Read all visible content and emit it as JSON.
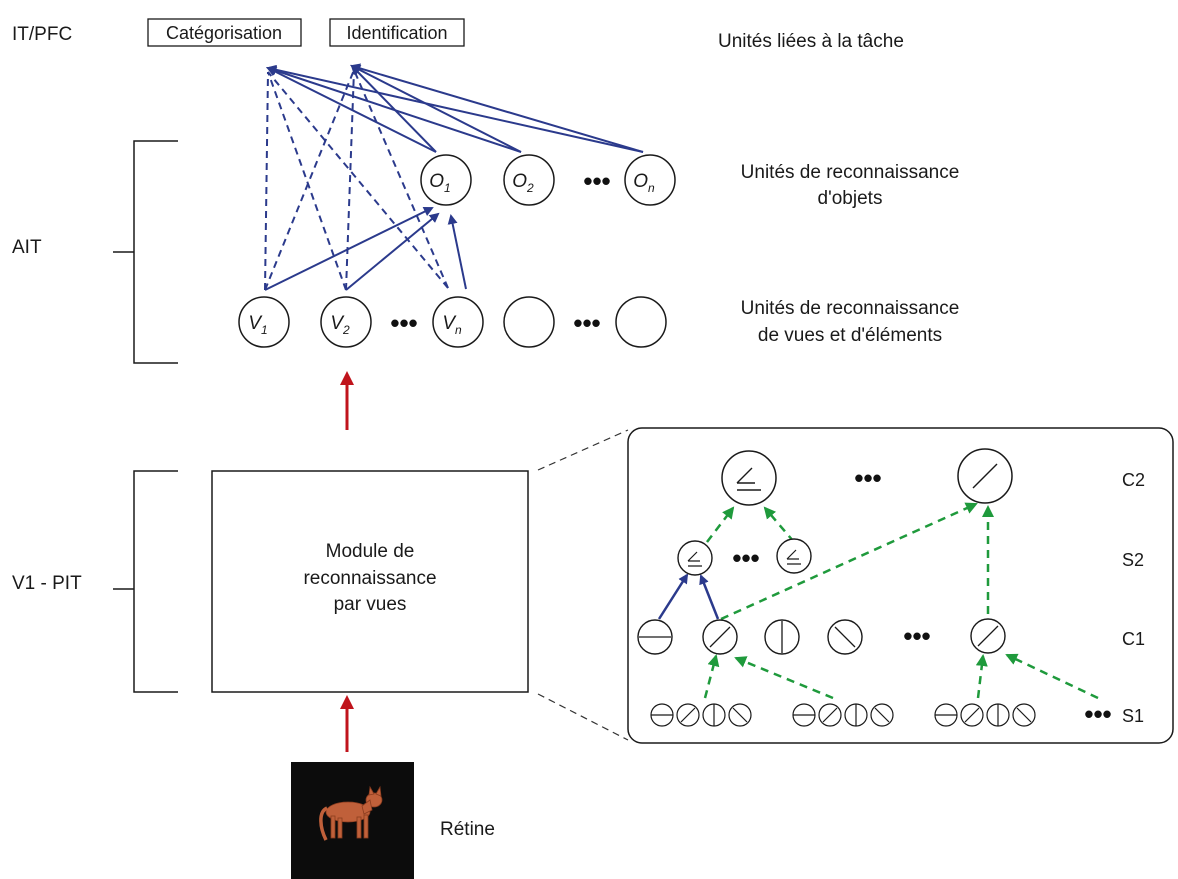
{
  "labels": {
    "it_pfc": "IT/PFC",
    "ait": "AIT",
    "v1_pit": "V1 - PIT",
    "task_units": "Unités liées à la tâche",
    "object_units_1": "Unités de reconnaissance",
    "object_units_2": "d'objets",
    "view_units_1": "Unités de reconnaissance",
    "view_units_2": "de vues et d'éléments",
    "module_1": "Module de",
    "module_2": "reconnaissance",
    "module_3": "par vues",
    "retina": "Rétine"
  },
  "task_boxes": {
    "categorisation": "Catégorisation",
    "identification": "Identification"
  },
  "object_nodes": [
    {
      "letter": "O",
      "sub": "1"
    },
    {
      "letter": "O",
      "sub": "2"
    },
    {
      "letter": "O",
      "sub": "n"
    }
  ],
  "view_nodes": [
    {
      "letter": "V",
      "sub": "1"
    },
    {
      "letter": "V",
      "sub": "2"
    },
    {
      "letter": "V",
      "sub": "n"
    }
  ],
  "ellipsis": "•••",
  "layer_labels": {
    "c2": "C2",
    "s2": "S2",
    "c1": "C1",
    "s1": "S1"
  },
  "colors": {
    "blue_arrows": "#2b3a8c",
    "red_arrows": "#c0141c",
    "green_arrows": "#1f9a3c",
    "ink": "#1a1a1a"
  }
}
